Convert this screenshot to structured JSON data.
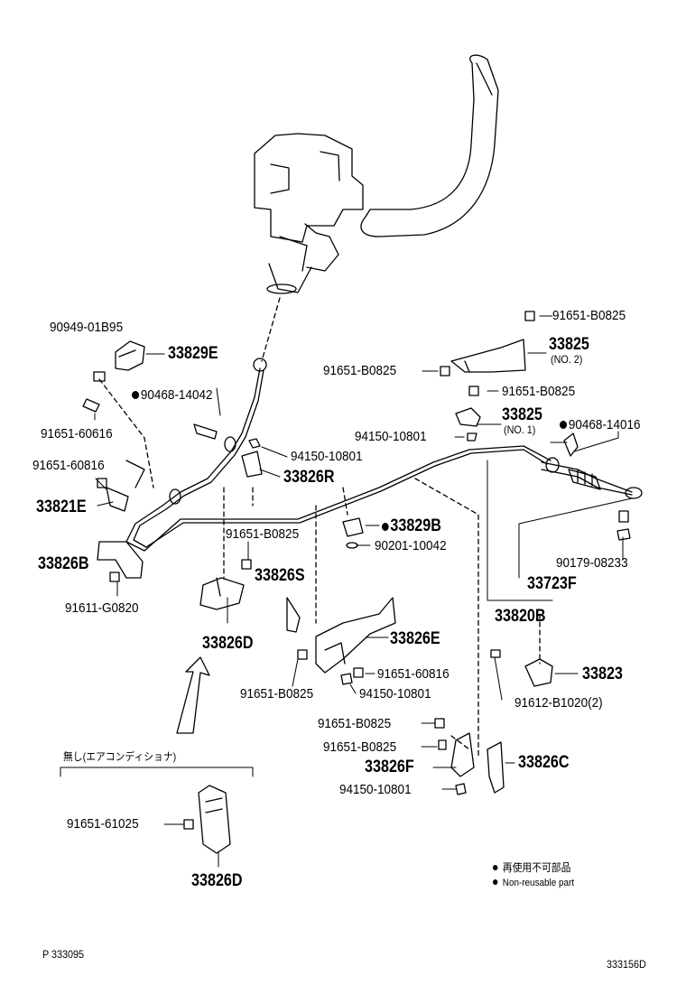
{
  "part_labels": {
    "p_90949_01B95": "90949-01B95",
    "p_33829E": "33829E",
    "p_90468_14042": "90468-14042",
    "p_91651_60616": "91651-60616",
    "p_91651_60816_left": "91651-60816",
    "p_33821E": "33821E",
    "p_33826B": "33826B",
    "p_91611_G0820": "91611-G0820",
    "p_94150_10801_top": "94150-10801",
    "p_33826R": "33826R",
    "p_91651_B0825_mid": "91651-B0825",
    "p_33826S": "33826S",
    "p_33826D_top": "33826D",
    "p_91651_B0825_tr1": "91651-B0825",
    "p_33825_no2": "33825",
    "p_no2": "(NO. 2)",
    "p_91651_B0825_tr2": "91651-B0825",
    "p_91651_B0825_tr3": "91651-B0825",
    "p_94150_10801_right": "94150-10801",
    "p_33825_no1": "33825",
    "p_no1": "(NO. 1)",
    "p_90468_14016": "90468-14016",
    "p_33829B": "33829B",
    "p_90201_10042": "90201-10042",
    "p_90179_08233": "90179-08233",
    "p_33723F": "33723F",
    "p_33820B": "33820B",
    "p_33826E": "33826E",
    "p_91651_60816_mid": "91651-60816",
    "p_91651_B0825_lower": "91651-B0825",
    "p_94150_10801_mid": "94150-10801",
    "p_33823": "33823",
    "p_91612_B1020": "91612-B1020(2)",
    "p_91651_B0825_b1": "91651-B0825",
    "p_91651_B0825_b2": "91651-B0825",
    "p_33826F": "33826F",
    "p_33826C": "33826C",
    "p_94150_10801_bottom": "94150-10801",
    "p_91651_61025": "91651-61025",
    "p_33826D_bottom": "33826D"
  },
  "variant_note": "無し(エアコンディショナ)",
  "legend": {
    "jp": "再使用不可部品",
    "en": "Non-reusable part"
  },
  "page_code": "P 333095",
  "figure_code": "333156D"
}
